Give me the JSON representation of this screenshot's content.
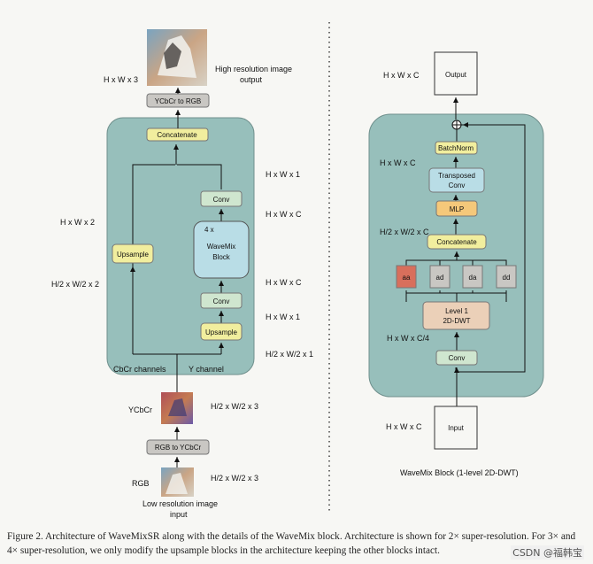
{
  "left": {
    "output_label": "High resolution image output",
    "output_dims": "H x W x 3",
    "ycbcr_to_rgb": "YCbCr to RGB",
    "concatenate": "Concatenate",
    "conv_top": "Conv",
    "wavemix_multiplier": "4 x",
    "wavemix_block": "WaveMix Block",
    "conv_bottom": "Conv",
    "upsample_right": "Upsample",
    "upsample_left": "Upsample",
    "cbcr_channels": "CbCr channels",
    "y_channel": "Y channel",
    "ycbcr_label": "YCbCr",
    "rgb_to_ycbcr": "RGB to YCbCr",
    "rgb_label": "RGB",
    "input_label": "Low resolution image input",
    "dims": {
      "after_concat": "H x W x 1",
      "after_conv_top": "H x W x C",
      "left_upsample": "H x W x 2",
      "left_input": "H/2 x W/2 x 2",
      "after_wavemix": "H x W x C",
      "after_upsample": "H x W x 1",
      "y_input": "H/2 x W/2 x 1",
      "ycbcr_dims": "H/2 x W/2 x 3",
      "rgb_dims": "H/2 x W/2 x 3"
    }
  },
  "right": {
    "output": "Output",
    "output_dims": "H x W x C",
    "plus": "⊕",
    "batchnorm": "BatchNorm",
    "batchnorm_dims": "H x W x C",
    "transposed_conv": "Transposed Conv",
    "mlp": "MLP",
    "mlp_dims": "H/2 x W/2 x C",
    "concatenate": "Concatenate",
    "subbands": [
      "aa",
      "ad",
      "da",
      "dd"
    ],
    "dwt": "Level 1 2D-DWT",
    "dwt_dims": "H x W x C/4",
    "conv": "Conv",
    "input": "Input",
    "input_dims": "H x W x C",
    "title": "WaveMix Block (1-level 2D-DWT)"
  },
  "caption": "Figure 2. Architecture of WaveMixSR along with the details of the WaveMix block. Architecture is shown for 2× super-resolution. For 3× and 4× super-resolution, we only modify the upsample blocks in the architecture keeping the other blocks intact.",
  "watermark": "CSDN @福韩宝",
  "colors": {
    "panel": "#97bfbb",
    "yellow": "#f1ee9e",
    "green": "#cfe6cf",
    "orange": "#f5c87a",
    "blue": "#b9dde6",
    "red": "#d86f5c",
    "beige": "#ebd0b8",
    "grey": "#c9c7c3"
  }
}
